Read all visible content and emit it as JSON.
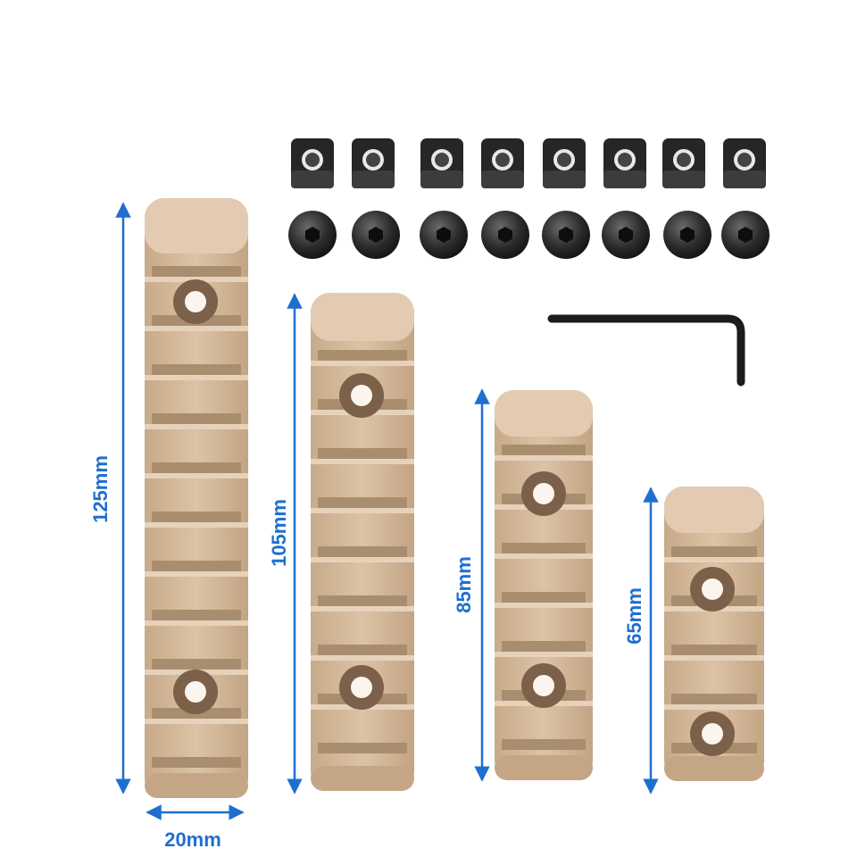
{
  "colors": {
    "background": "#ffffff",
    "rail_tan": "#d2b79a",
    "rail_shadow": "#a98d6f",
    "rail_highlight": "#e6d2bb",
    "hole_dark": "#6e5742",
    "hardware_black": "#2a2a2a",
    "dimension_blue": "#1f6fd1"
  },
  "dimensions": {
    "rail_125": "125mm",
    "rail_105": "105mm",
    "rail_85": "85mm",
    "rail_65": "65mm",
    "width": "20mm"
  },
  "hardware": {
    "t_nut_count": 8,
    "screw_count": 8,
    "hex_key_count": 1
  }
}
